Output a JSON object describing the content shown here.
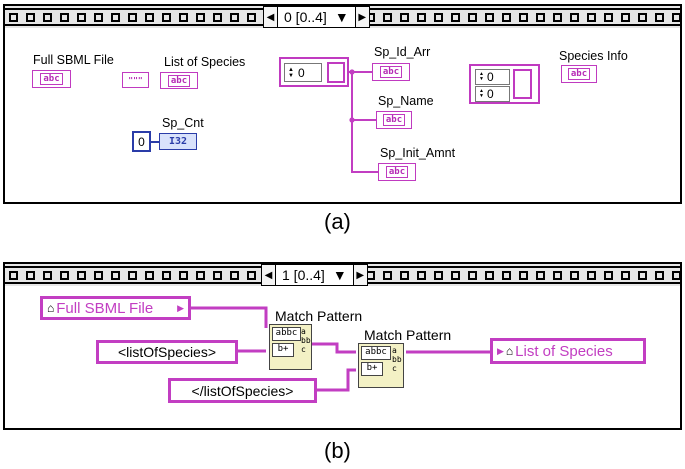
{
  "panel_a": {
    "selector_text": "0 [0..4]",
    "caption": "(a)",
    "labels": {
      "full_sbml": "Full SBML File",
      "list_species": "List of Species",
      "sp_cnt": "Sp_Cnt",
      "sp_id_arr": "Sp_Id_Arr",
      "sp_name": "Sp_Name",
      "sp_init_amnt": "Sp_Init_Amnt",
      "species_info": "Species Info"
    },
    "values": {
      "sp_cnt_value": "0",
      "array_index": "0",
      "species_index_1": "0",
      "species_index_2": "0"
    },
    "terminal_text": {
      "abc": "abc",
      "i32": "I32",
      "dots": "\"\"\""
    }
  },
  "panel_b": {
    "selector_text": "1 [0..4]",
    "caption": "(b)",
    "labels": {
      "full_sbml": "Full SBML File",
      "match_pattern_1": "Match Pattern",
      "match_pattern_2": "Match Pattern",
      "list_species": "List of Species"
    },
    "constants": {
      "start_tag": "<listOfSpecies>",
      "end_tag": "</listOfSpecies>"
    },
    "match_pattern_glyphs": {
      "top": "abbc",
      "mid": "b+",
      "side": "a bb c"
    }
  },
  "colors": {
    "string_wire": "#c23ec2",
    "numeric_wire": "#2a3ca8",
    "match_pattern_bg": "#f3f1c5"
  }
}
